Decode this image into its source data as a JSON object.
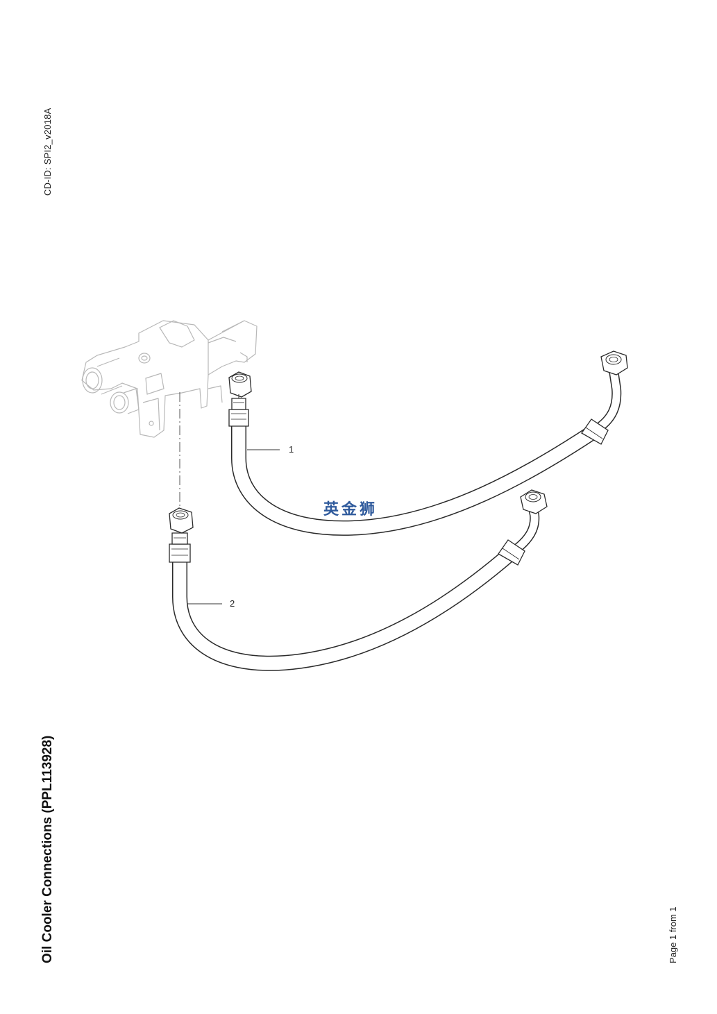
{
  "header": {
    "cd_id": "CD-ID: SPI2_v2018A"
  },
  "title": "Oil Cooler Connections (PPL113928)",
  "footer": {
    "page": "Page 1 from 1"
  },
  "watermark": {
    "text": "英金狮"
  },
  "callouts": [
    {
      "number": "1",
      "part": "upper-hose"
    },
    {
      "number": "2",
      "part": "lower-hose"
    }
  ],
  "colors": {
    "line": "#2a2a2a",
    "ghost_line": "#b8b8b8",
    "watermark": "#2f5a9c"
  }
}
